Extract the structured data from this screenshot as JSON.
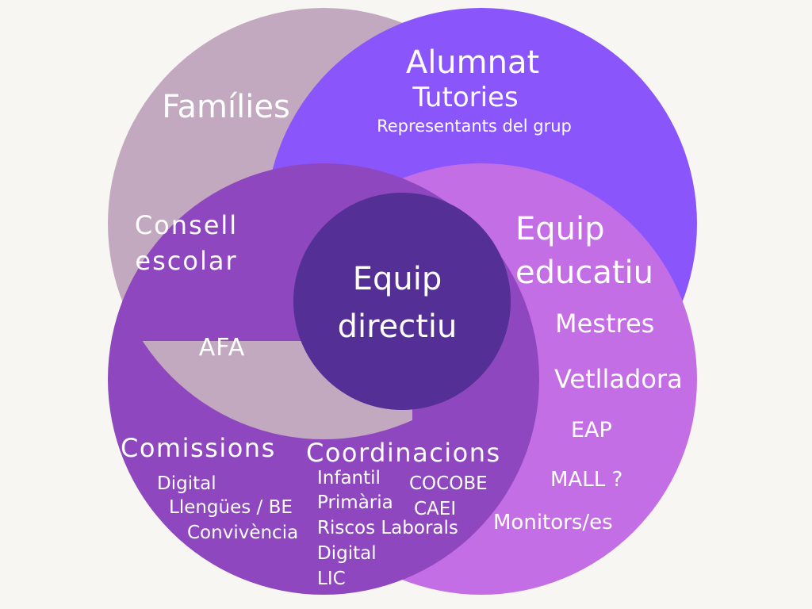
{
  "colors": {
    "background": "#f8f6f3",
    "families": "#c3a9c0",
    "alumnat": "#8b55fc",
    "equip_educatiu": "#c46ee6",
    "comissions": "#8e47be",
    "equip_directiu": "#532f96"
  },
  "families": {
    "title": "Famílies",
    "consell_line1": "Consell",
    "consell_line2": "escolar",
    "afa": "AFA"
  },
  "alumnat": {
    "title": "Alumnat",
    "tutories": "Tutories",
    "representants": "Representants del grup"
  },
  "equip_educatiu": {
    "line1": "Equip",
    "line2": "educatiu",
    "items": [
      "Mestres",
      "Vetlladora",
      "EAP",
      "MALL ?",
      "Monitors/es"
    ]
  },
  "equip_directiu": {
    "line1": "Equip",
    "line2": "directiu"
  },
  "comissions": {
    "title": "Comissions",
    "items": [
      "Digital",
      "Llengües / BE",
      "Convivència"
    ]
  },
  "coordinacions": {
    "title": "Coordinacions",
    "items_left": [
      "Infantil",
      "Primària",
      "Riscos Laborals",
      "Digital",
      "LIC"
    ],
    "items_right": [
      "COCOBE",
      "CAEI"
    ]
  }
}
